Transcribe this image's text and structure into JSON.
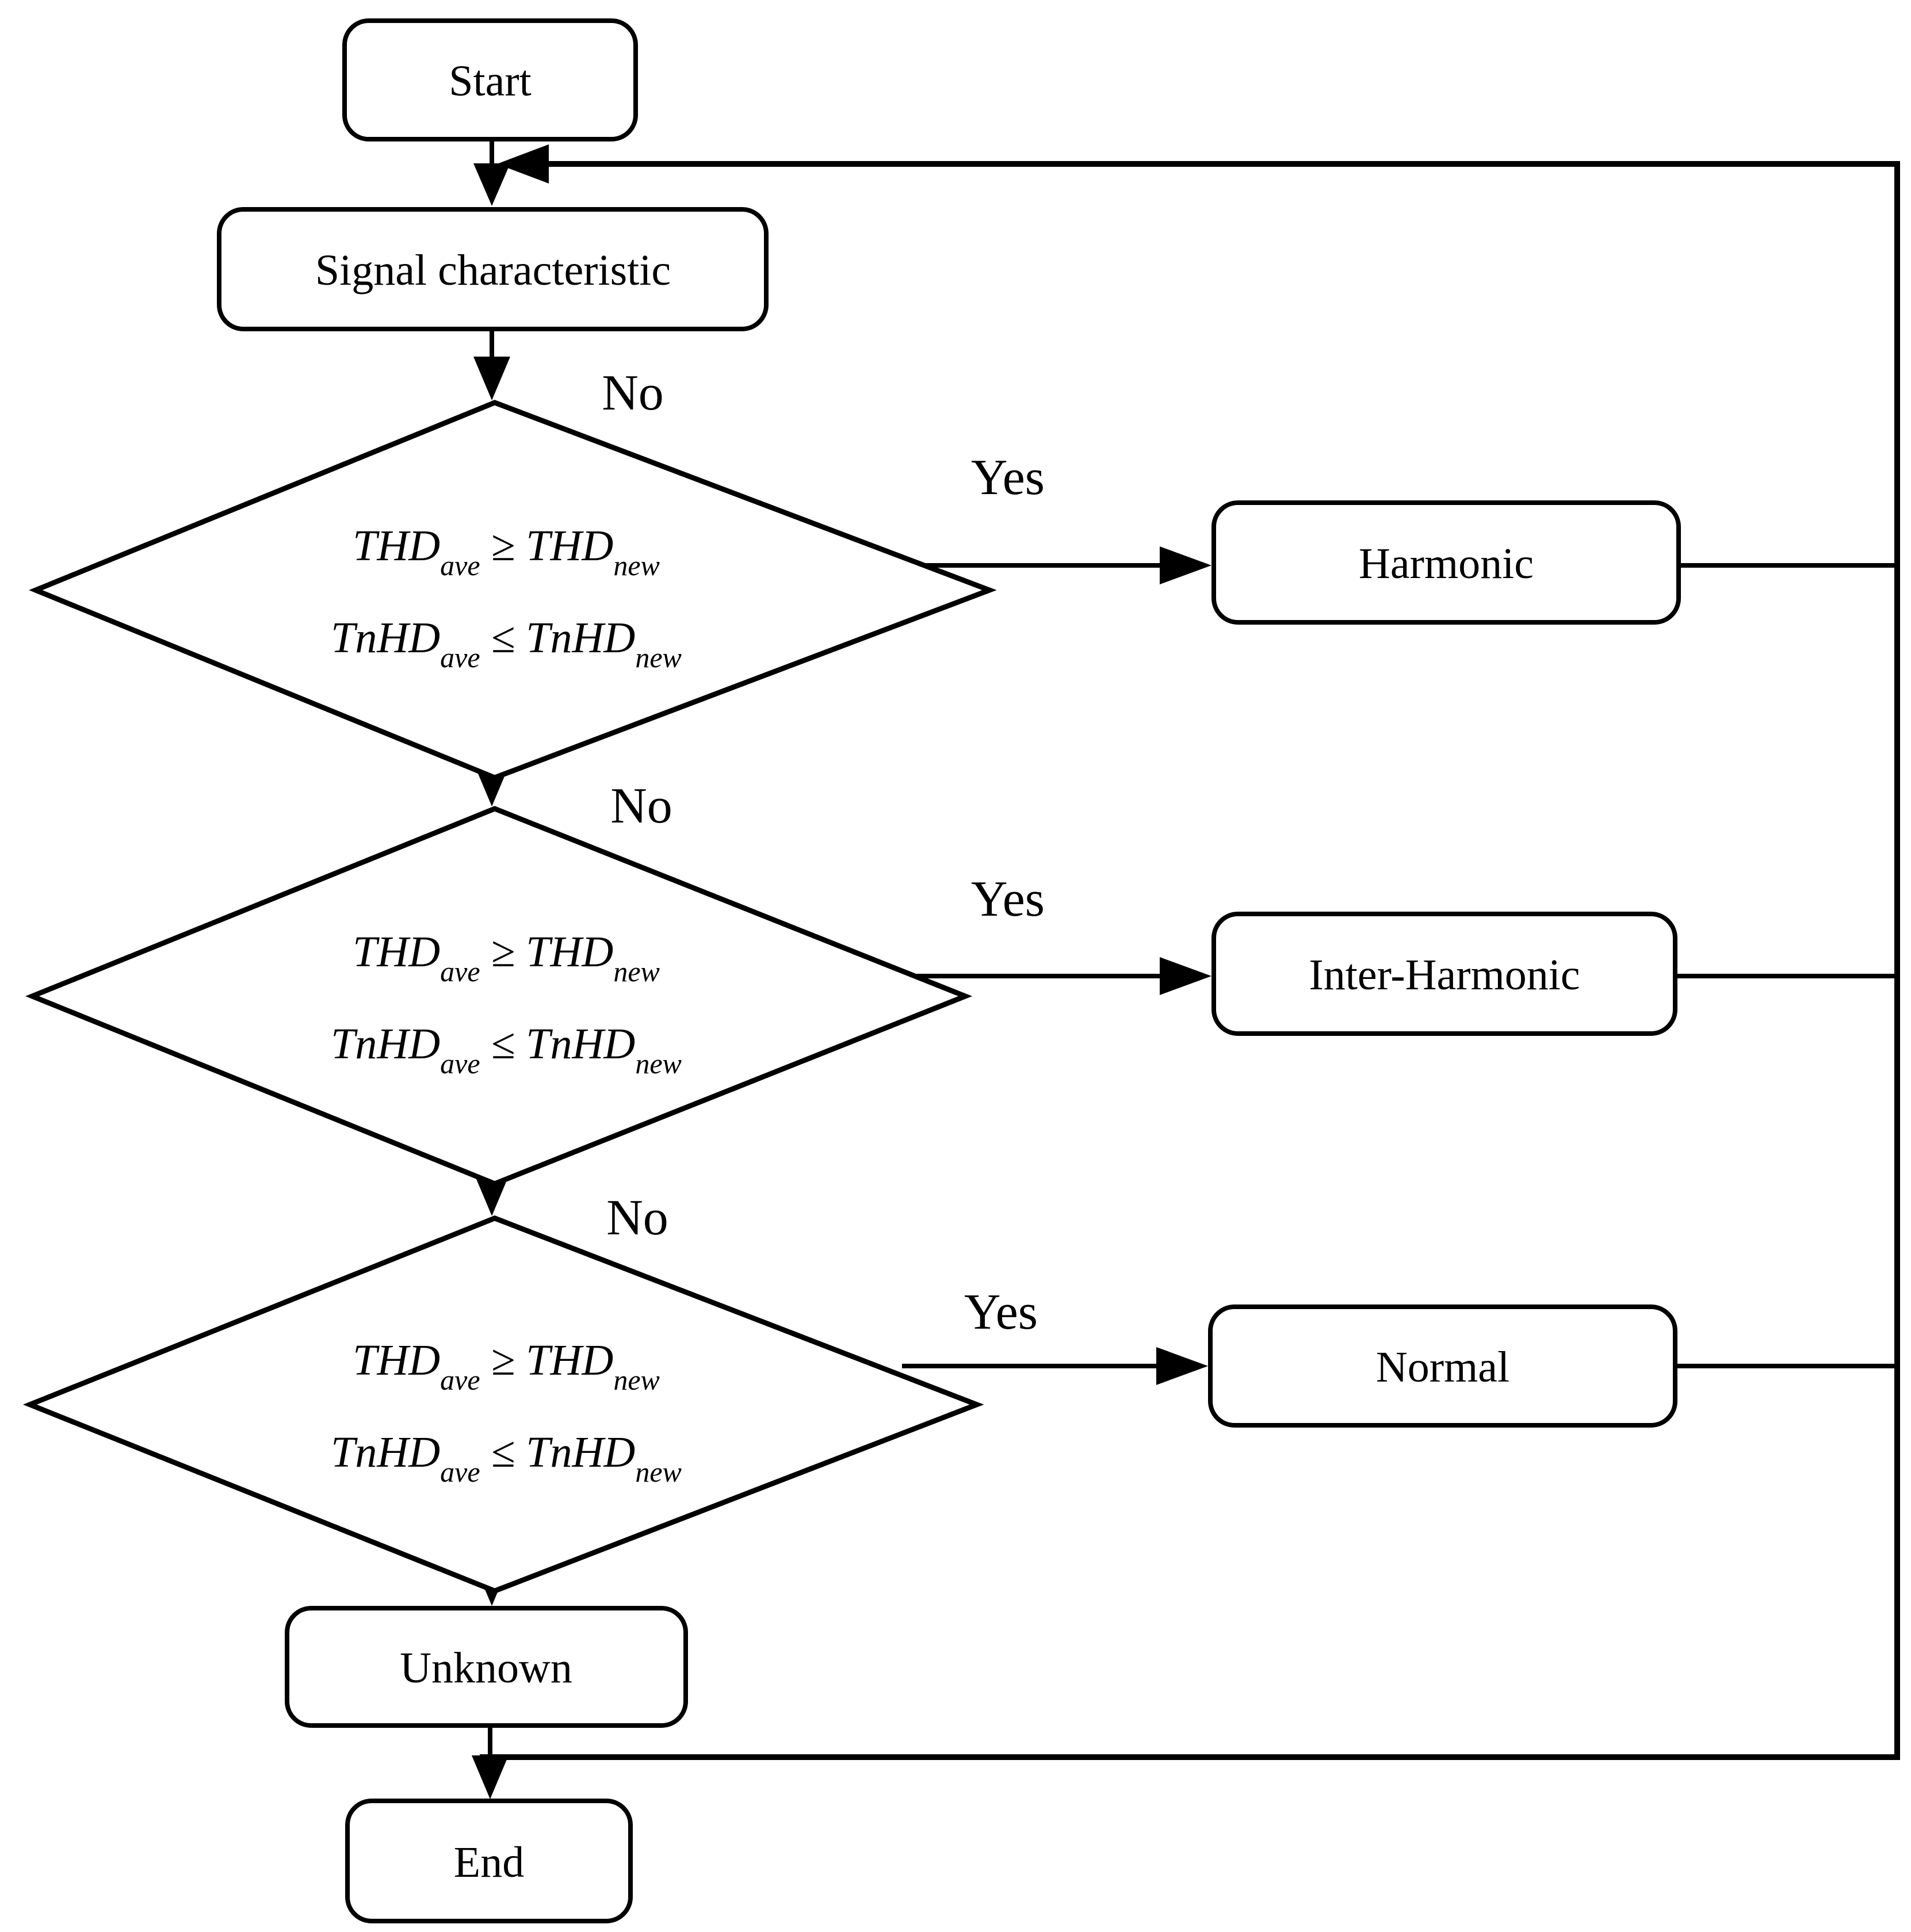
{
  "figure": {
    "background_color": "#ffffff",
    "line_color": "#000000",
    "nodes": {
      "start": "Start",
      "signal": "Signal characteristic",
      "harmonic": "Harmonic",
      "inter_harmonic": "Inter-Harmonic",
      "normal": "Normal",
      "unknown": "Unknown",
      "end": "End"
    },
    "decisions": [
      {
        "cond1": {
          "lhs": "THD",
          "lhs_sub": "ave",
          "op": " ≥ ",
          "rhs": "THD",
          "rhs_sub": "new"
        },
        "cond2": {
          "lhs": "TnHD",
          "lhs_sub": "ave",
          "op": " ≤ ",
          "rhs": "TnHD",
          "rhs_sub": "new"
        },
        "no_label": "No",
        "yes_label": "Yes",
        "yes_target": "Harmonic",
        "no_target": "next decision"
      },
      {
        "cond1": {
          "lhs": "THD",
          "lhs_sub": "ave",
          "op": " ≥ ",
          "rhs": "THD",
          "rhs_sub": "new"
        },
        "cond2": {
          "lhs": "TnHD",
          "lhs_sub": "ave",
          "op": " ≤ ",
          "rhs": "TnHD",
          "rhs_sub": "new"
        },
        "no_label": "No",
        "yes_label": "Yes",
        "yes_target": "Inter-Harmonic",
        "no_target": "next decision"
      },
      {
        "cond1": {
          "lhs": "THD",
          "lhs_sub": "ave",
          "op": " ≥ ",
          "rhs": "THD",
          "rhs_sub": "new"
        },
        "cond2": {
          "lhs": "TnHD",
          "lhs_sub": "ave",
          "op": " ≤ ",
          "rhs": "TnHD",
          "rhs_sub": "new"
        },
        "no_label": "No",
        "yes_label": "Yes",
        "yes_target": "Normal",
        "no_target": "Unknown"
      }
    ]
  }
}
